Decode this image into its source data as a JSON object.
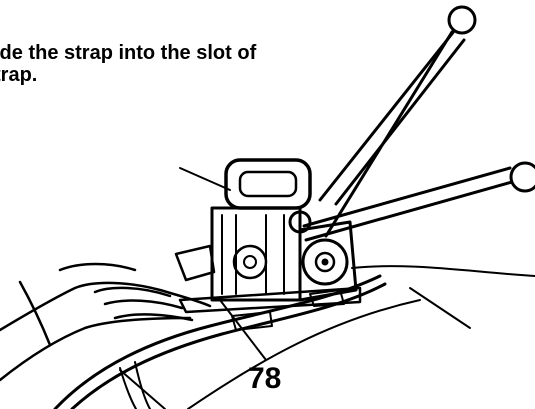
{
  "instruction": {
    "line1": "ide the strap into the slot of",
    "line2": "trap."
  },
  "callout": {
    "number": "78"
  },
  "colors": {
    "ink": "#000000",
    "paper": "#ffffff"
  },
  "icons": {
    "tool": "strapping-tool-icon",
    "hands": "hands-icon",
    "strap": "strap-icon"
  }
}
